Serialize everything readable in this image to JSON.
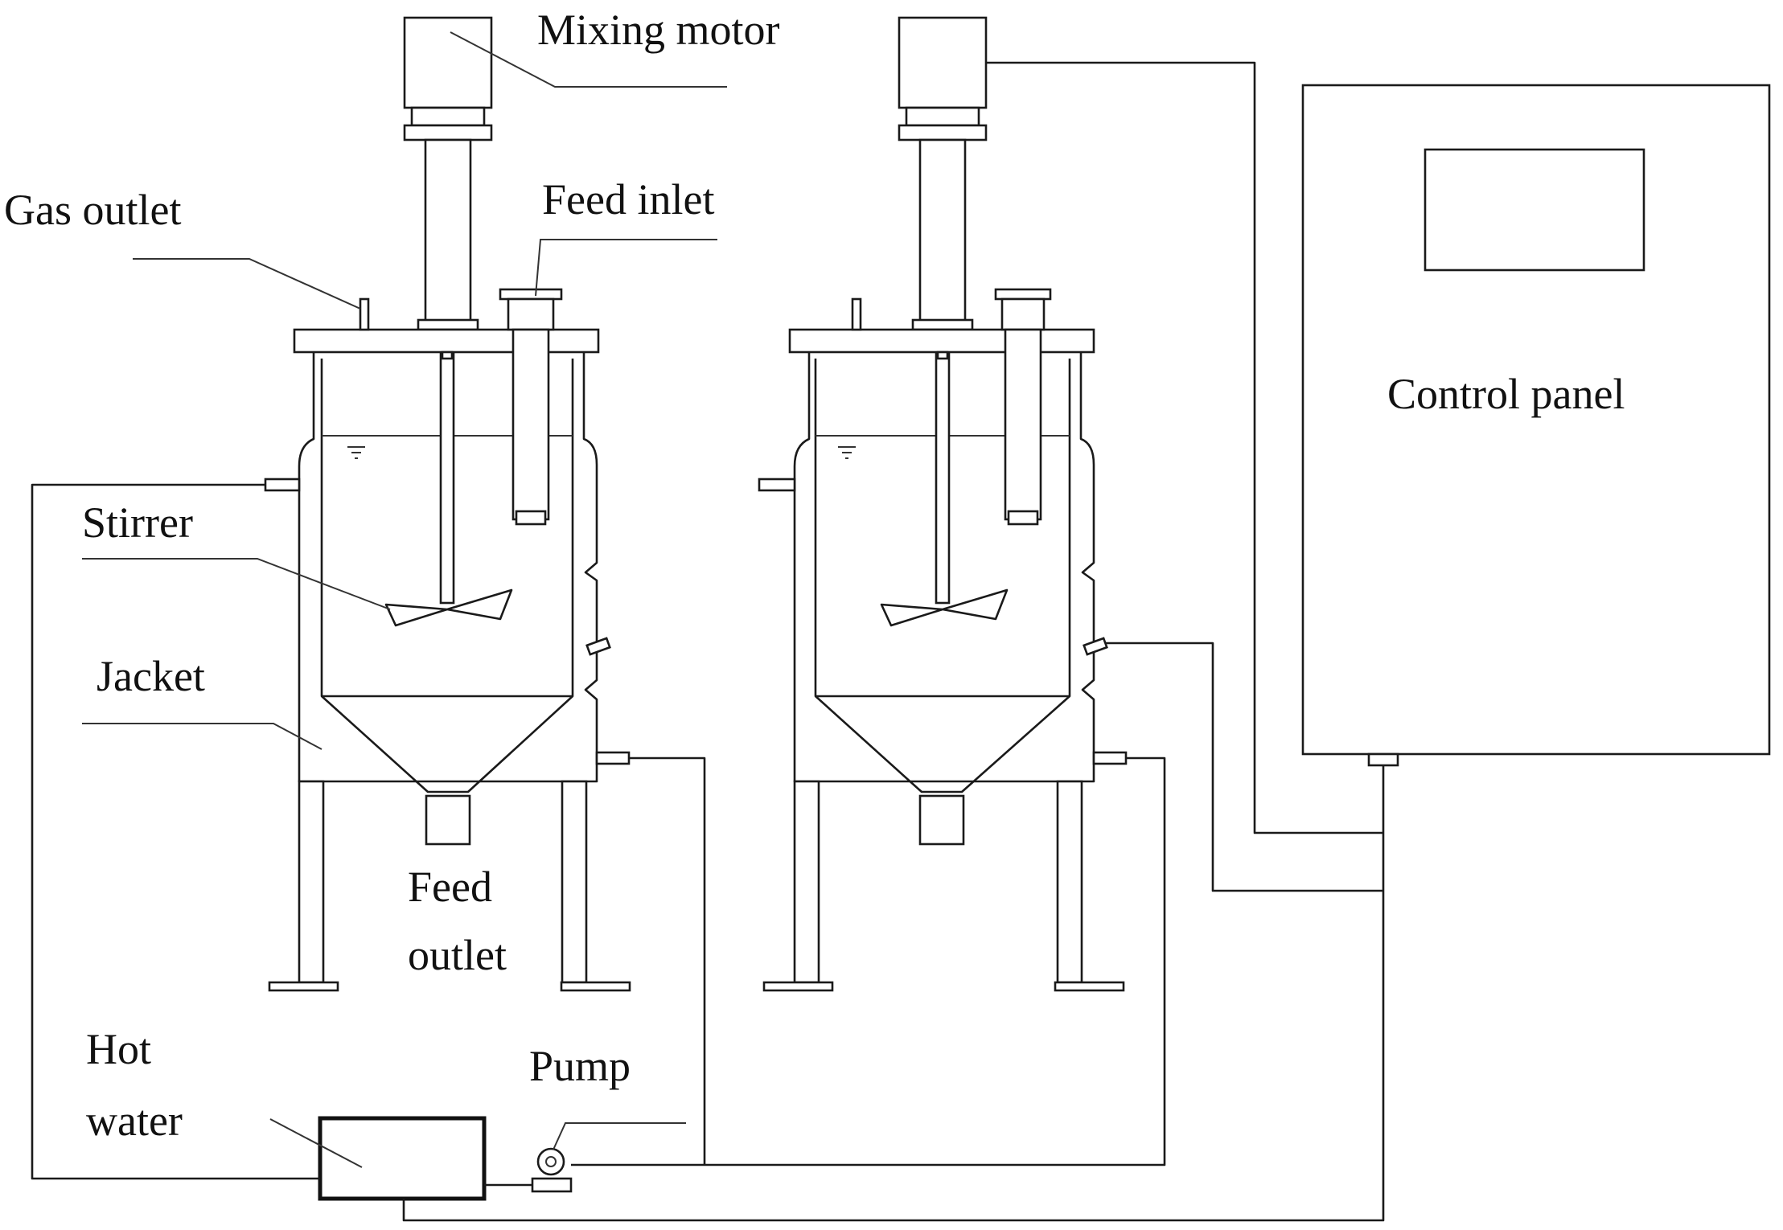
{
  "labels": {
    "mixing_motor": "Mixing motor",
    "gas_outlet": "Gas outlet",
    "feed_inlet": "Feed inlet",
    "stirrer": "Stirrer",
    "jacket": "Jacket",
    "feed_outlet_line1": "Feed",
    "feed_outlet_line2": "outlet",
    "control_panel": "Control panel",
    "hot_water_line1": "Hot",
    "hot_water_line2": "water",
    "pump": "Pump"
  }
}
